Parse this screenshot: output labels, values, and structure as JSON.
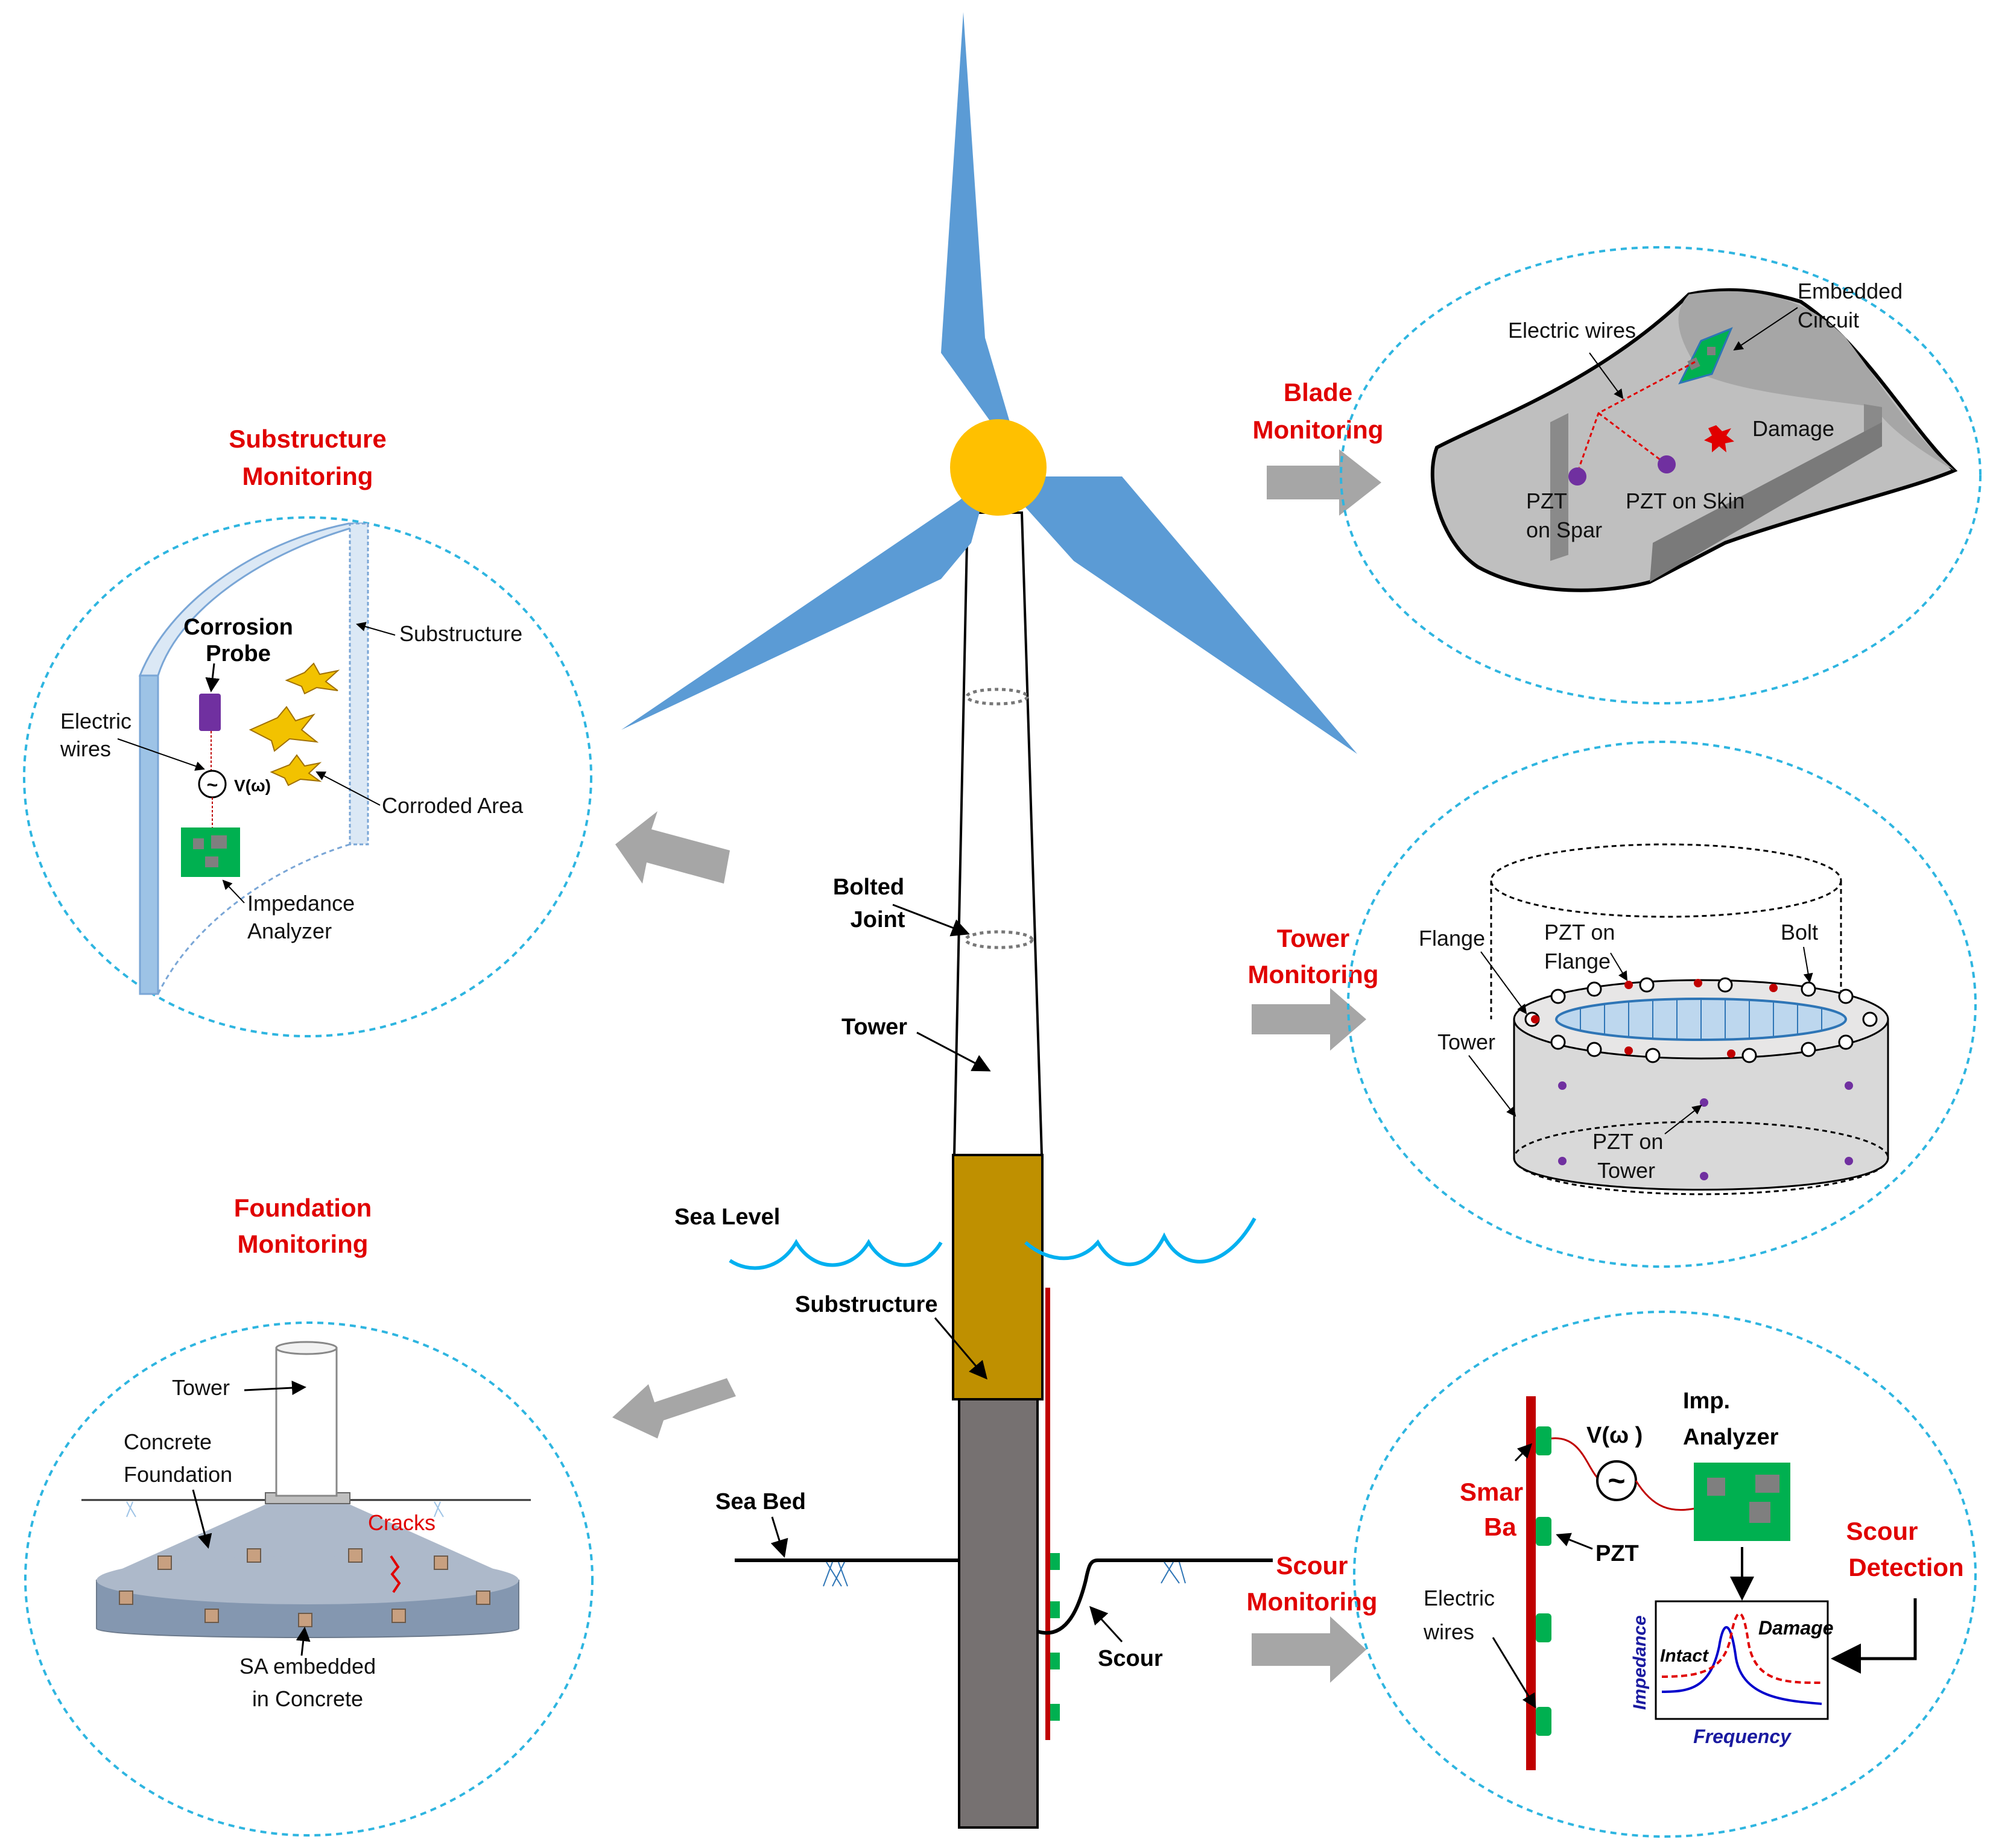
{
  "colors": {
    "blade": "#5b9bd5",
    "hub": "#ffc000",
    "substructure": "#bf9000",
    "pile": "#767171",
    "circle_border": "#2eb5e0",
    "heading_red": "#e00000",
    "arrow_gray": "#a6a6a6",
    "wave": "#00b0f0",
    "board_green": "#00b050"
  },
  "center": {
    "bolted_joint": "Bolted\nJoint",
    "tower": "Tower",
    "sea_level": "Sea Level",
    "substructure": "Substructure",
    "sea_bed": "Sea Bed",
    "scour": "Scour"
  },
  "substructure_panel": {
    "heading": "Substructure\nMonitoring",
    "corrosion_probe": "Corrosion\nProbe",
    "substructure": "Substructure",
    "electric_wires": "Electric\nwires",
    "voltage": "V(ω)",
    "corroded_area": "Corroded Area",
    "impedance_analyzer": "Impedance\nAnalyzer"
  },
  "foundation_panel": {
    "heading": "Foundation\nMonitoring",
    "tower": "Tower",
    "concrete_foundation": "Concrete\nFoundation",
    "cracks": "Cracks",
    "sa_embedded": "SA embedded\nin Concrete"
  },
  "blade_panel": {
    "heading": "Blade\nMonitoring",
    "electric_wires": "Electric wires",
    "embedded_circuit": "Embedded\nCircuit",
    "damage": "Damage",
    "pzt_spar": "PZT\non Spar",
    "pzt_skin": "PZT on Skin"
  },
  "tower_panel": {
    "heading": "Tower\nMonitoring",
    "flange": "Flange",
    "pzt_flange": "PZT on\nFlange",
    "bolt": "Bolt",
    "tower": "Tower",
    "pzt_tower": "PZT on\nTower"
  },
  "scour_panel": {
    "heading": "Scour\nMonitoring",
    "voltage": "V(ω )",
    "imp_analyzer": "Imp.\nAnalyzer",
    "smart_bar": "Smar\nBa",
    "pzt": "PZT",
    "electric_wires": "Electric\nwires",
    "scour_detection": "Scour\nDetection",
    "intact": "Intact",
    "damage": "Damage",
    "impedance_axis": "Impedance",
    "frequency_axis": "Frequency"
  }
}
